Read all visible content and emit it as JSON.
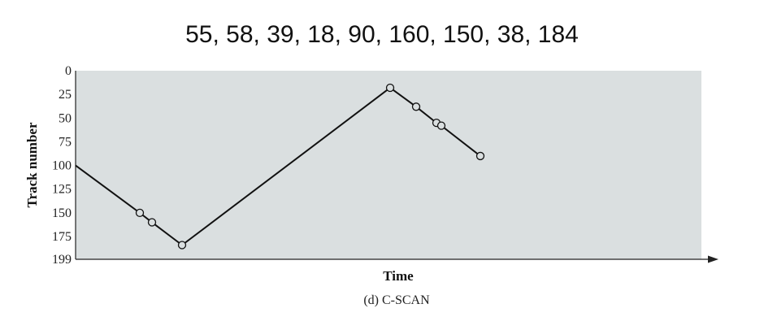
{
  "request_sequence": "55, 58, 39, 18, 90, 160, 150, 38, 184",
  "chart_data": {
    "type": "line",
    "title": "55, 58, 39, 18, 90, 160, 150, 38, 184",
    "caption": "(d) C-SCAN",
    "xlabel": "Time",
    "ylabel": "Track number",
    "y_ticks": [
      "0",
      "25",
      "50",
      "75",
      "100",
      "125",
      "150",
      "175",
      "199"
    ],
    "ylim": [
      0,
      199
    ],
    "y_inverted": true,
    "grid": false,
    "series": [
      {
        "values": [
          100,
          150,
          160,
          184,
          18,
          38,
          55,
          58,
          90
        ],
        "markers": [
          false,
          true,
          true,
          true,
          true,
          true,
          true,
          true,
          true
        ]
      }
    ],
    "colors": {
      "plot_background": "#dadfe0",
      "line": "#111111"
    }
  }
}
